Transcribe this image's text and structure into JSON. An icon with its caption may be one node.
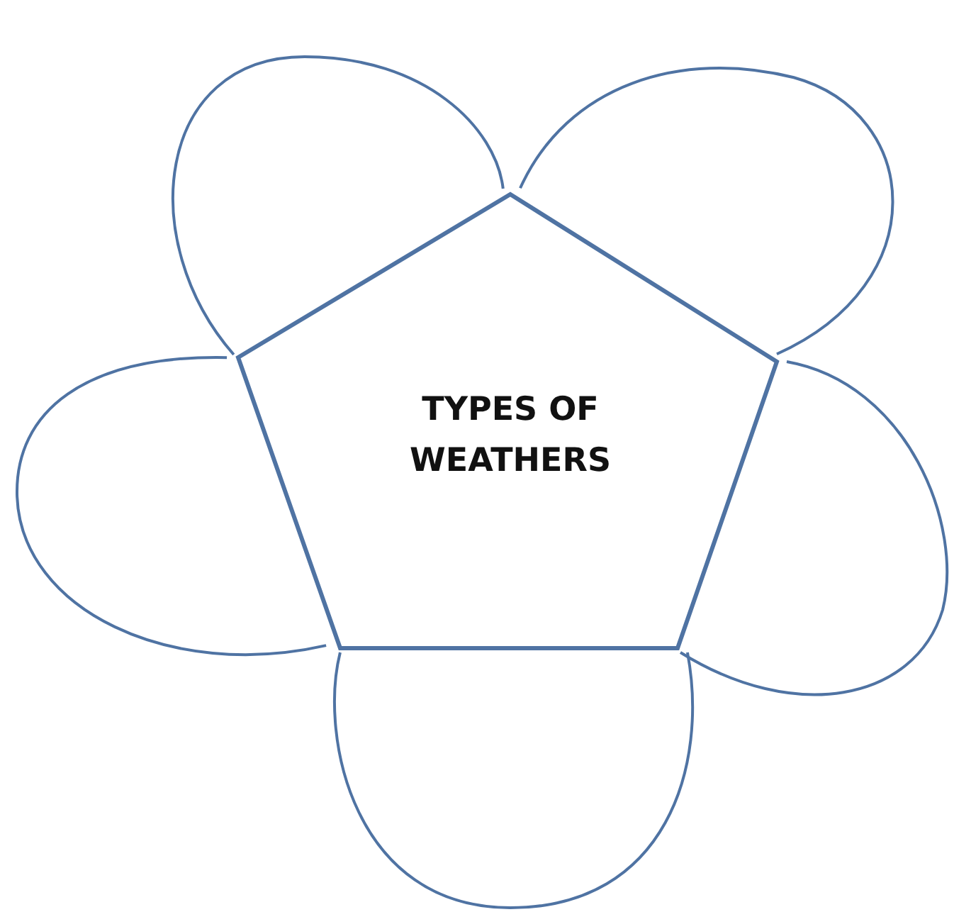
{
  "diagram": {
    "nodes": [
      {
        "text": [
          "TYPES OF WEATHERS"
        ]
      },
      {
        "text": [],
        "shape": "petal"
      },
      {
        "text": [],
        "shape": "petal"
      },
      {
        "text": [],
        "shape": "petal"
      },
      {
        "text": [],
        "shape": "petal"
      },
      {
        "text": [],
        "shape": "petal"
      }
    ]
  }
}
